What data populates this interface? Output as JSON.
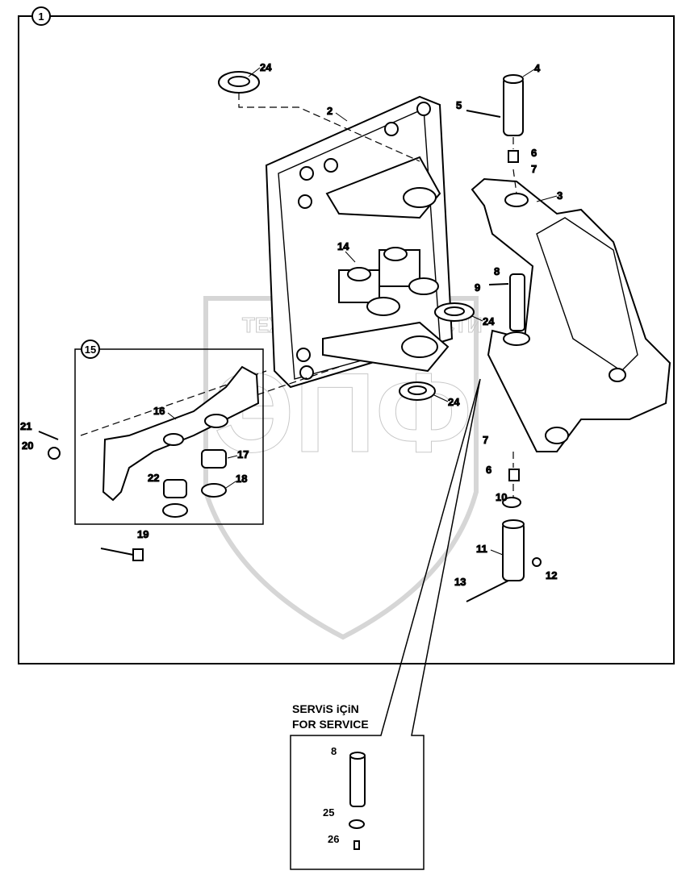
{
  "diagram": {
    "main_group_label": "1",
    "sub_group_label": "15",
    "service_note": {
      "line1": "SERViS iÇiN",
      "line2": "FOR SERVICE"
    },
    "watermark": {
      "text1": "ТЕХНИКА",
      "amp": "&",
      "text2": "ЗАПЧАСТИ",
      "logo": "ЭПФ"
    },
    "callouts": {
      "c24a": "24",
      "c2": "2",
      "c4": "4",
      "c5": "5",
      "c6a": "6",
      "c7a": "7",
      "c3": "3",
      "c14": "14",
      "c8a": "8",
      "c9": "9",
      "c24b": "24",
      "c24c": "24",
      "c16": "16",
      "c21": "21",
      "c20": "20",
      "c17": "17",
      "c22": "22",
      "c18": "18",
      "c19": "19",
      "c7b": "7",
      "c6b": "6",
      "c10": "10",
      "c11": "11",
      "c12": "12",
      "c13": "13",
      "c8b": "8",
      "c25": "25",
      "c26": "26"
    }
  }
}
